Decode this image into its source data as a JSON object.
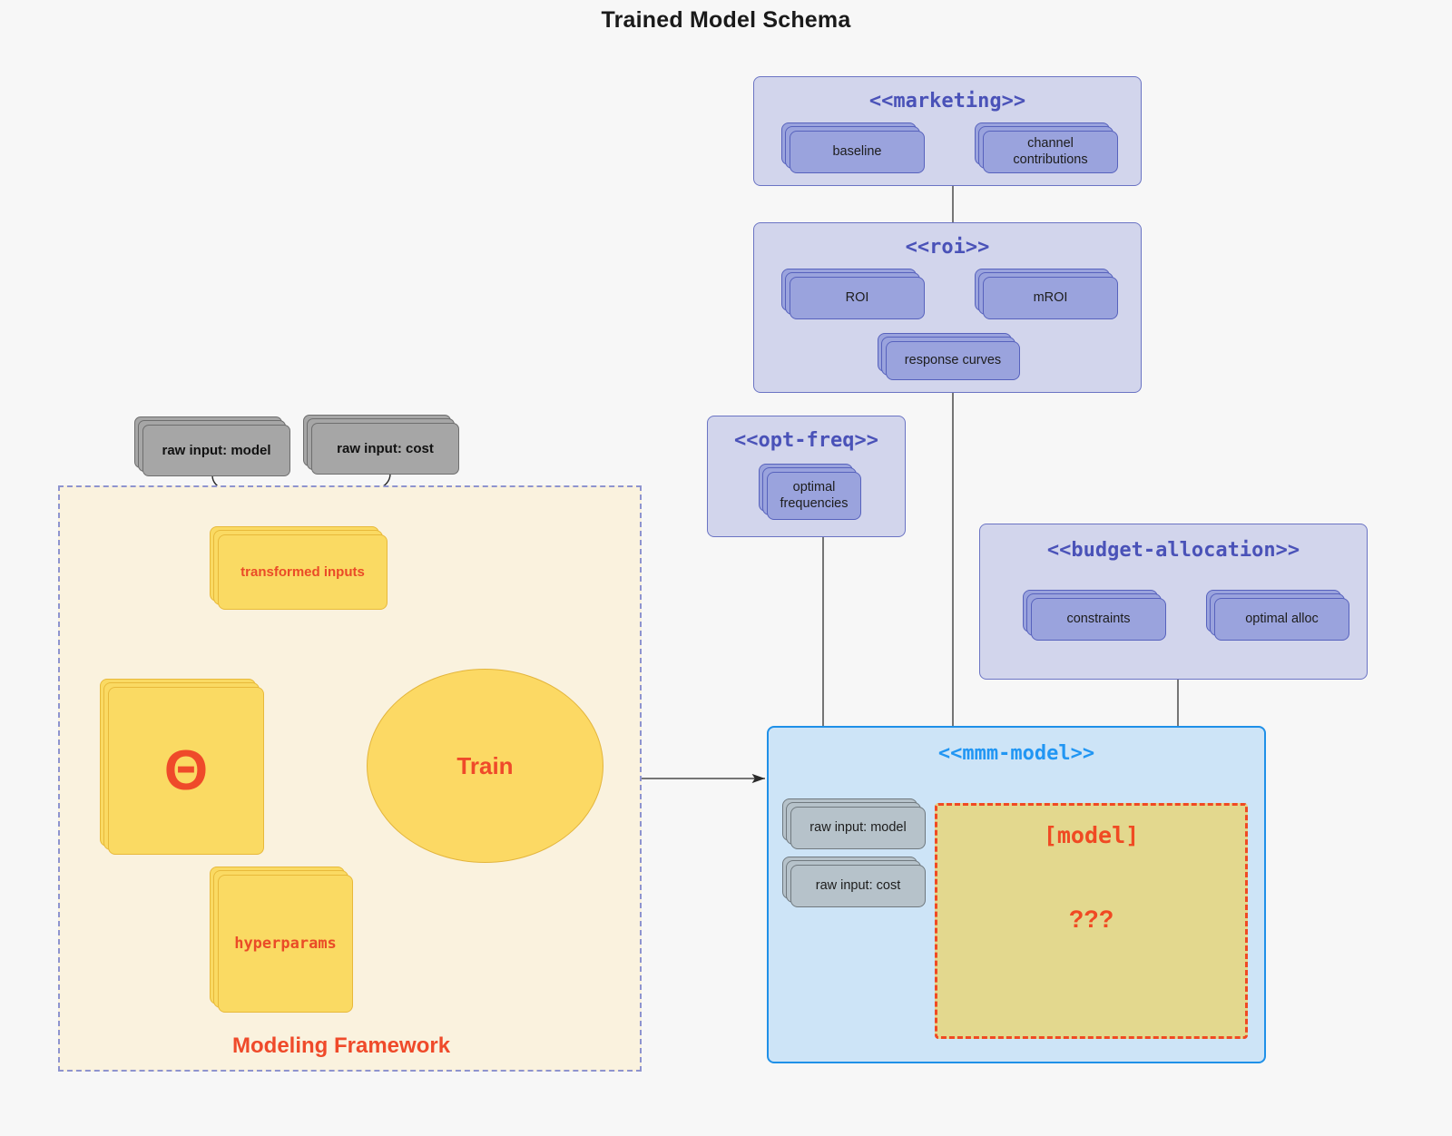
{
  "title": "Trained Model Schema",
  "packages": {
    "marketing": {
      "title": "<<marketing>>",
      "nodes": [
        {
          "label": "baseline"
        },
        {
          "label": "channel contributions"
        }
      ]
    },
    "roi": {
      "title": "<<roi>>",
      "nodes": [
        {
          "label": "ROI"
        },
        {
          "label": "mROI"
        },
        {
          "label": "response curves"
        }
      ]
    },
    "opt_freq": {
      "title": "<<opt-freq>>",
      "nodes": [
        {
          "label": "optimal frequencies"
        }
      ]
    },
    "budget_allocation": {
      "title": "<<budget-allocation>>",
      "nodes": [
        {
          "label": "constraints"
        },
        {
          "label": "optimal alloc"
        }
      ]
    },
    "mmm_model": {
      "title": "<<mmm-model>>",
      "nodes": [
        {
          "label": "raw input: model"
        },
        {
          "label": "raw input: cost"
        }
      ],
      "placeholder": {
        "name": "[model]",
        "unknown": "???"
      }
    }
  },
  "framework": {
    "label": "Modeling Framework",
    "raw_inputs": [
      {
        "label": "raw input: model"
      },
      {
        "label": "raw input: cost"
      }
    ],
    "transformed_inputs": {
      "label": "transformed inputs"
    },
    "theta": {
      "label": "Θ"
    },
    "hyperparams": {
      "label": "hyperparams"
    },
    "train": {
      "label": "Train"
    }
  },
  "colors": {
    "background": "#f7f7f7",
    "package_purple_fill": "#d2d5ec",
    "package_purple_stroke": "#6b74c4",
    "node_purple_fill": "#9aa3dd",
    "node_purple_stroke": "#5762bd",
    "package_blue_fill": "#cde4f7",
    "package_blue_stroke": "#1f90e8",
    "node_gray_fill": "#b6c2ca",
    "node_gray_stroke": "#70797f",
    "node_gray_strong_fill": "#a6a6a6",
    "framework_fill": "#faf2de",
    "framework_stroke": "#8e94cf",
    "node_yellow_fill": "#fada63",
    "node_yellow_stroke": "#e8b93a",
    "accent_red": "#ef4a2a",
    "placeholder_fill": "#e3d88e",
    "placeholder_stroke": "#f04a23",
    "edge_gray": "#4a4a4a",
    "edge_purple": "#6b74c4"
  }
}
